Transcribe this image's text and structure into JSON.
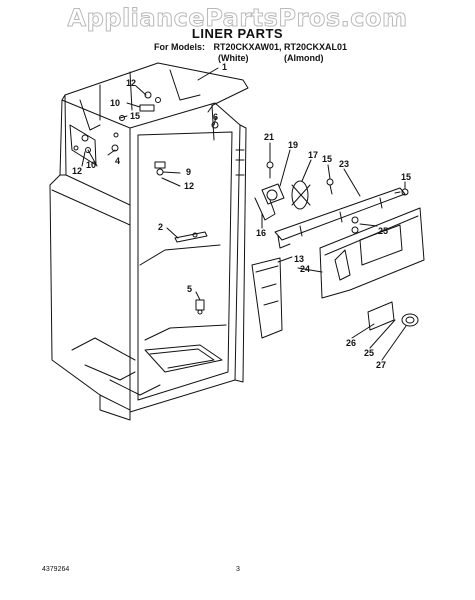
{
  "watermark": "AppliancePartsPros.com",
  "title": "LINER PARTS",
  "models": {
    "prefix": "For Models:",
    "numbers": "RT20CKXAW01, RT20CKXAL01",
    "variant_white": "(White)",
    "variant_almond": "(Almond)"
  },
  "callouts": [
    "1",
    "12",
    "10",
    "15",
    "6",
    "4",
    "12",
    "10",
    "9",
    "12",
    "2",
    "5",
    "21",
    "19",
    "17",
    "23",
    "15",
    "15",
    "16",
    "13",
    "24",
    "25",
    "26",
    "25",
    "27"
  ],
  "footer": {
    "doc_number": "4379264",
    "page_number": "3"
  }
}
